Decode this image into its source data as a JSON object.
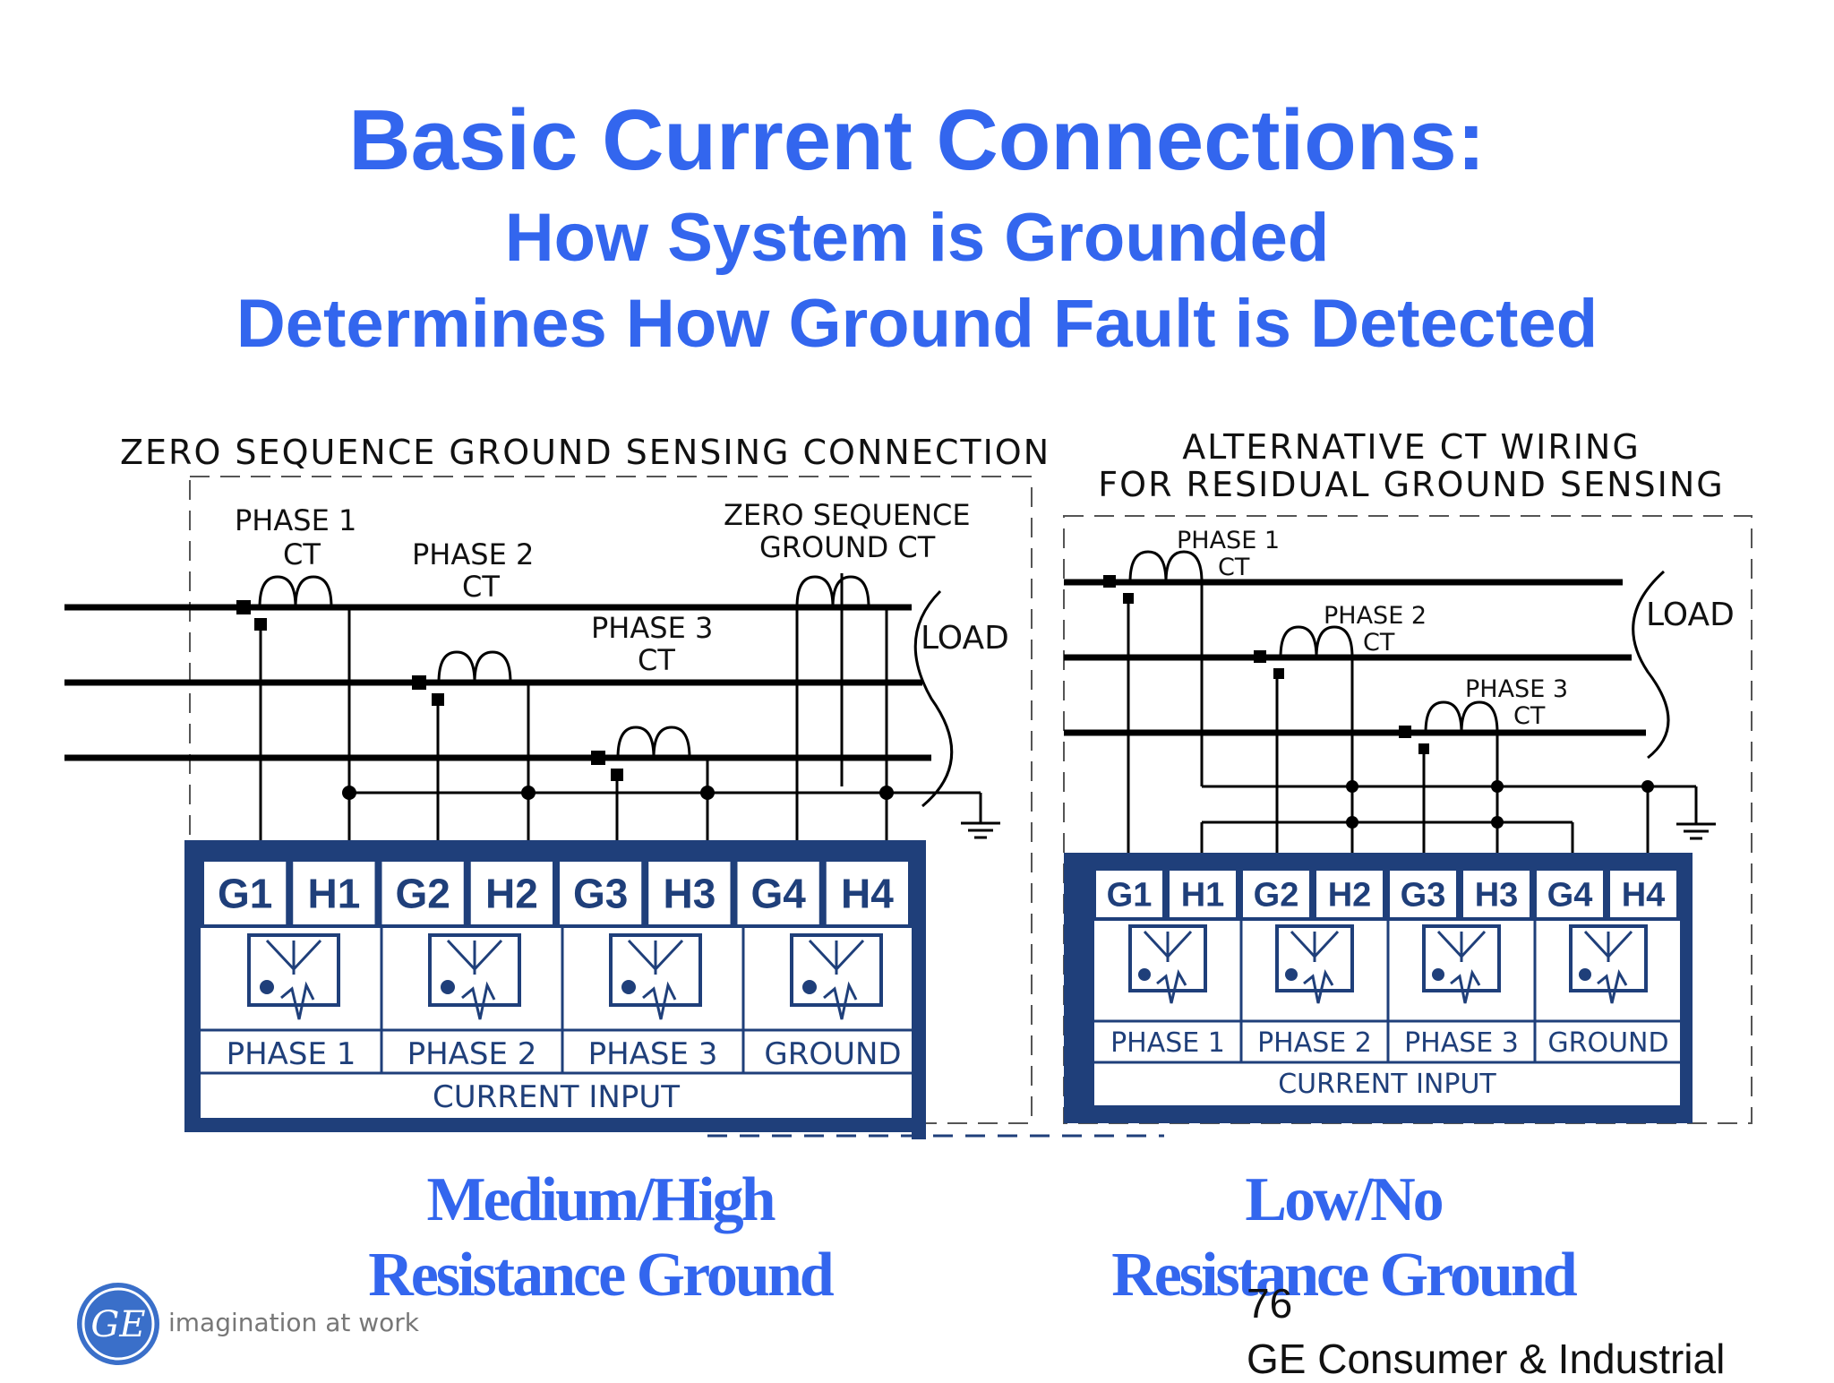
{
  "slide": {
    "title": "Basic Current Connections:",
    "subtitle_line1": "How System is Grounded",
    "subtitle_line2": "Determines How Ground Fault is Detected",
    "page_number": "76",
    "organization": "GE Consumer & Industrial",
    "tagline": "imagination at work",
    "logo_text": "GE"
  },
  "left_diagram": {
    "heading": "ZERO SEQUENCE GROUND SENSING CONNECTION",
    "phase1_ct": [
      "PHASE 1",
      "CT"
    ],
    "phase2_ct": [
      "PHASE 2",
      "CT"
    ],
    "phase3_ct": [
      "PHASE 3",
      "CT"
    ],
    "ground_ct": [
      "ZERO SEQUENCE",
      "GROUND CT"
    ],
    "load": "LOAD",
    "terminals": [
      "G1",
      "H1",
      "G2",
      "H2",
      "G3",
      "H3",
      "G4",
      "H4"
    ],
    "inputs": [
      "PHASE 1",
      "PHASE 2",
      "PHASE 3",
      "GROUND"
    ],
    "current_input": "CURRENT INPUT",
    "caption": [
      "Medium/High",
      "Resistance Ground"
    ]
  },
  "right_diagram": {
    "heading": [
      "ALTERNATIVE CT WIRING",
      "FOR RESIDUAL GROUND SENSING"
    ],
    "phase1_ct": [
      "PHASE 1",
      "CT"
    ],
    "phase2_ct": [
      "PHASE 2",
      "CT"
    ],
    "phase3_ct": [
      "PHASE 3",
      "CT"
    ],
    "load": "LOAD",
    "terminals": [
      "G1",
      "H1",
      "G2",
      "H2",
      "G3",
      "H3",
      "G4",
      "H4"
    ],
    "inputs": [
      "PHASE 1",
      "PHASE 2",
      "PHASE 3",
      "GROUND"
    ],
    "current_input": "CURRENT INPUT",
    "caption": [
      "Low/No",
      "Resistance Ground"
    ]
  },
  "colors": {
    "accent": "#3366ee",
    "terminal_blue": "#1f3f7a",
    "line": "#000000"
  }
}
